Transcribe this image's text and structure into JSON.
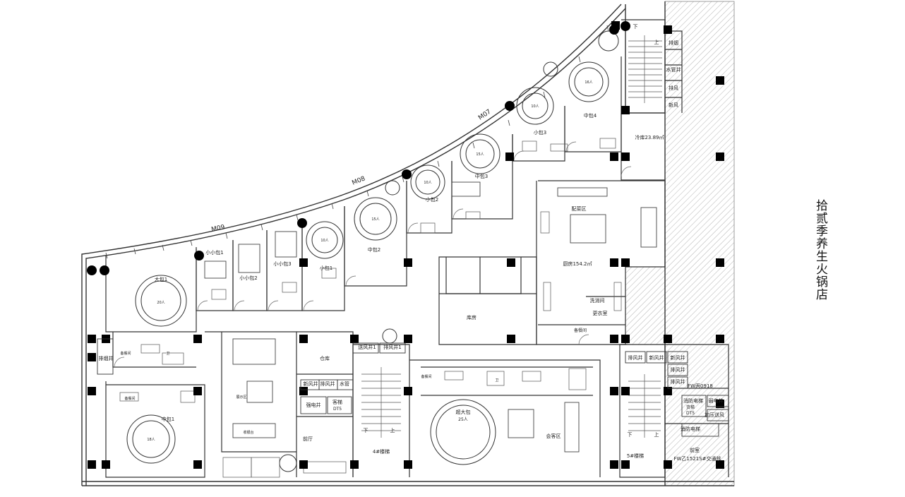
{
  "title": "拾贰季养生火锅店",
  "axis_labels": {
    "m07": "M07",
    "m08": "M08",
    "m09": "M09"
  },
  "rooms": {
    "big1": "大包1",
    "big1_cap": "20人",
    "mid1": "中包1",
    "mid1_cap": "18人",
    "s1": "小包1",
    "s1_cap": "10人",
    "ss1": "小小包1",
    "ss2": "小小包2",
    "ss3": "小小包3",
    "mid2": "中包2",
    "mid2_cap": "15人",
    "s2": "小包2",
    "s2_cap": "10人",
    "mid3": "中包3",
    "mid3_cap": "15人",
    "s3": "小包3",
    "s3_cap": "10人",
    "mid4": "中包4",
    "mid4_cap": "16人",
    "super": "超大包",
    "super_cap": "25人",
    "cold": "冷库23.89㎡",
    "kitchen": "厨房154.2㎡",
    "prep": "配菜区",
    "wash": "洗消间",
    "change": "更衣室",
    "store": "库房",
    "warehouse": "仓库",
    "lobby": "前厅",
    "meeting": "会客区",
    "stair4": "4#楼梯",
    "stair5": "5#楼梯",
    "fw": "FW丙0918",
    "firelift": "消防电梯",
    "firelift2": "消防电梯",
    "firelift_note": "货梯",
    "elec": "弱电井",
    "strong": "强电井",
    "press": "加压送风",
    "front": "前室",
    "fw2": "FW乙1521S#交通核",
    "exhaust1": "排烟",
    "waterpipe": "水管井",
    "exhaust2": "排风",
    "newair": "新风",
    "exh_a": "排风井",
    "new_a": "新风井",
    "exh_b": "排风井",
    "new_b": "新风井",
    "exh_c": "排风井",
    "exh_d": "排风井",
    "smoke_shaft": "排烟井",
    "send1": "送风井1",
    "exh1": "排风井1",
    "newshaft": "新风井",
    "exhshaft": "排风井",
    "watershaft": "水管",
    "strongshaft": "强电井",
    "guest": "客梯",
    "dt": "DT5",
    "up": "上",
    "down": "下",
    "prep_room": "备餐间",
    "toilet": "卫",
    "display": "展示区",
    "counter": "收银台"
  },
  "colors": {
    "line": "#333333",
    "column": "#000000",
    "hatch": "#9a9a9a"
  }
}
